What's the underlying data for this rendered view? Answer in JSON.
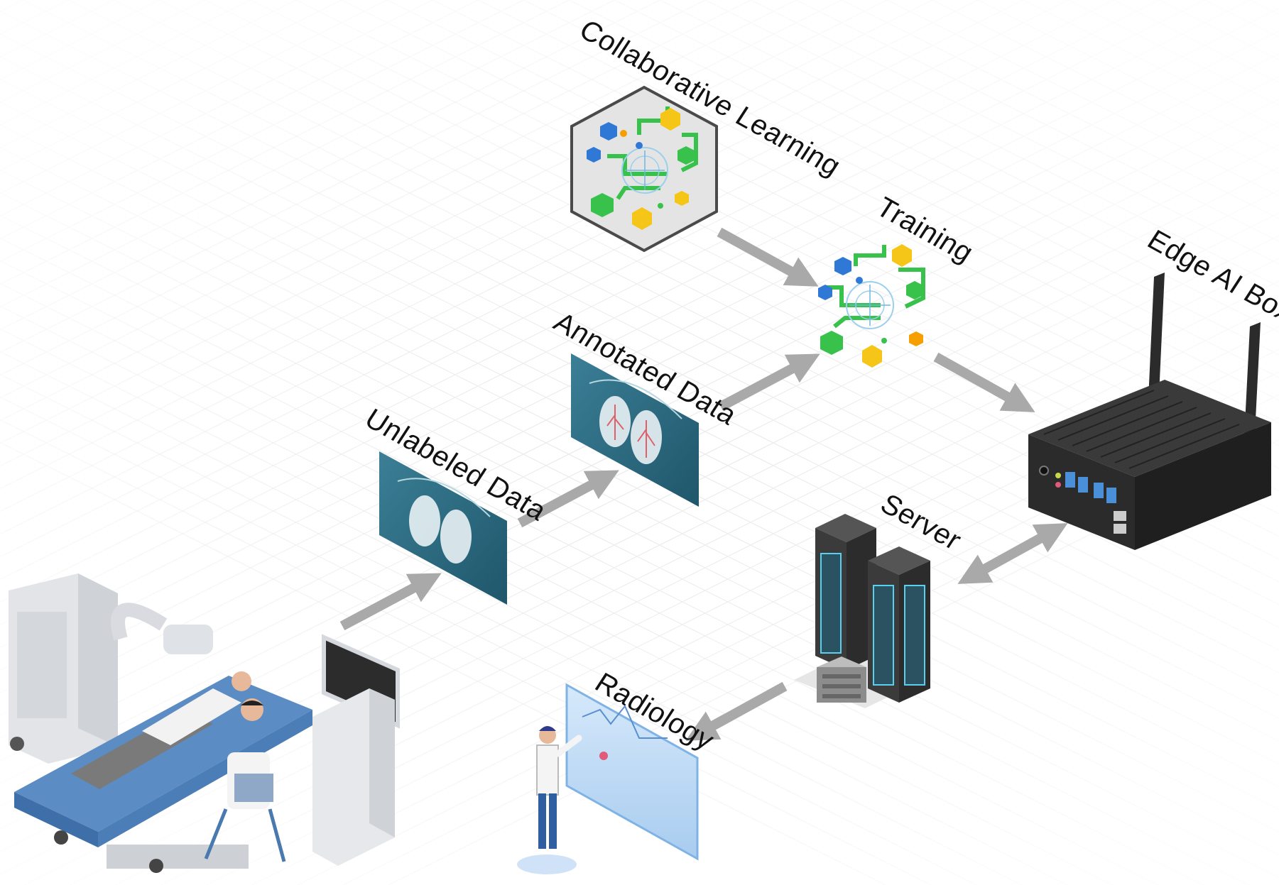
{
  "labels": {
    "collaborative_learning": "Collaborative Learning",
    "training": "Training",
    "edge_ai_box": "Edge AI Box",
    "annotated_data": "Annotated Data",
    "unlabeled_data": "Unlabeled Data",
    "server": "Server",
    "radiology": "Radiology"
  },
  "colors": {
    "background": "#ffffff",
    "grid_line": "#e6e6e6",
    "arrow": "#a9a9a9",
    "xray_panel": "#2f6f86",
    "radiology_screen": "#bcd9f5",
    "network_green": "#38c24b",
    "network_blue": "#2f78d6",
    "network_yellow": "#f5c518",
    "edge_box": "#2b2b2b",
    "server_body": "#3b3b3b",
    "server_glow": "#5ad0f0",
    "bed_blue": "#5b8cc4",
    "machine_gray": "#e2e4e8"
  },
  "icons": [
    "collaborative-learning-network-icon",
    "training-network-icon",
    "edge-ai-box-icon",
    "server-rack-icon",
    "annotated-xray-icon",
    "unlabeled-xray-icon",
    "radiology-doctor-icon",
    "ct-scanner-scene-icon"
  ]
}
